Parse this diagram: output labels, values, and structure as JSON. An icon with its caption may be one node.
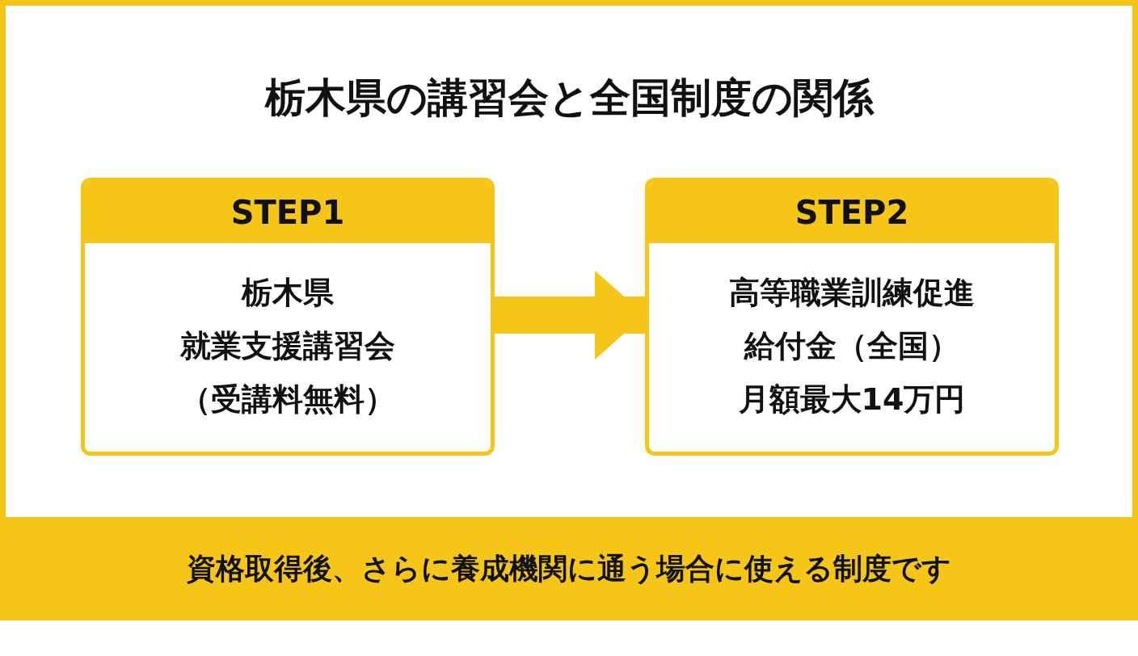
{
  "diagram": {
    "title": "栃木県の講習会と全国制度の関係",
    "nodes": [
      {
        "text": [
          "STEP1",
          "栃木県",
          "就業支援講習会",
          "（受講料無料）"
        ]
      },
      {
        "text": [
          "STEP2",
          "高等職業訓練促進給付金（全国）",
          "月額最大14万円"
        ]
      },
      {
        "text": [
          "資格取得後、さらに養成機関に通う場合に使える制度です"
        ]
      }
    ],
    "edges": [
      {
        "from": 0,
        "to": 1,
        "arrow": "to"
      }
    ]
  }
}
